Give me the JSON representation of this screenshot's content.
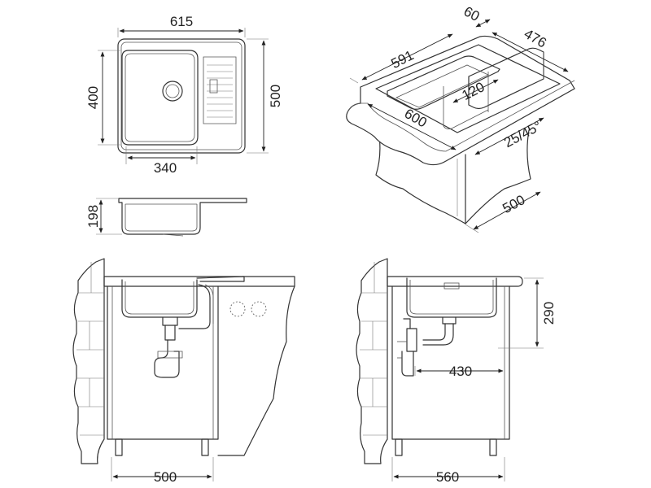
{
  "labels": {
    "top_width": "615",
    "top_height": "500",
    "bowl_height": "400",
    "bowl_width": "340",
    "side_depth": "198",
    "iso_lip": "60",
    "iso_length": "591",
    "iso_depth": "476",
    "iso_radius": "120",
    "iso_cutout": "600",
    "iso_angle": "25/45°",
    "iso_cabinet": "500",
    "front_cabinet": "500",
    "side_drop": "290",
    "side_drain": "430",
    "side_cabinet": "560"
  },
  "colors": {
    "line": "#333333",
    "background": "#ffffff"
  }
}
